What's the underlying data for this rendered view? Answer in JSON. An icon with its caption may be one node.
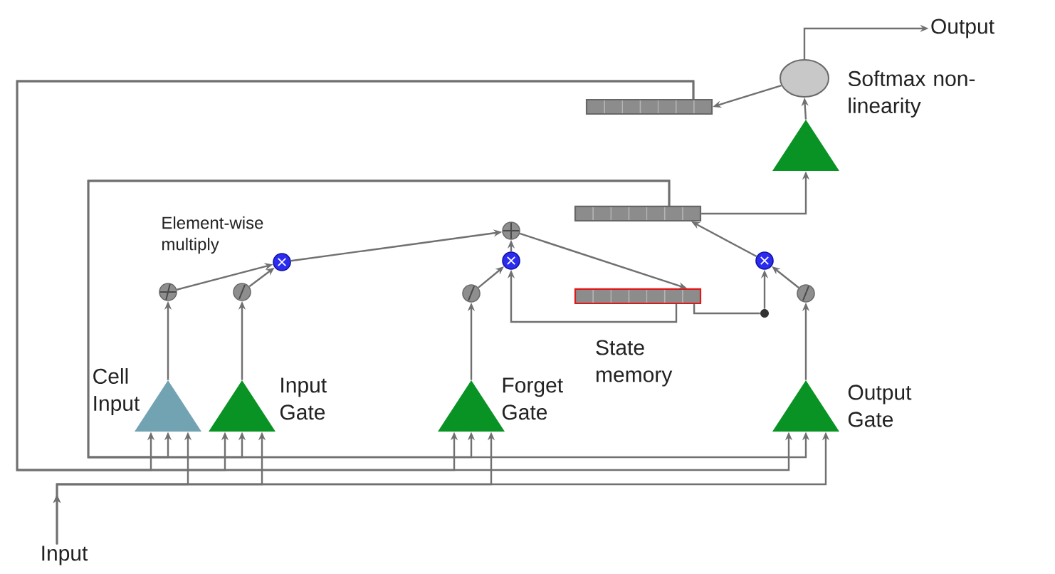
{
  "diagram": {
    "nodes": [
      {
        "text": [
          "Cell Input"
        ]
      },
      {
        "text": [
          "Input Gate"
        ]
      },
      {
        "text": [
          "Forget Gate"
        ]
      },
      {
        "text": [
          "Output Gate"
        ]
      },
      {
        "text": [],
        "shape": "triangle"
      },
      {
        "text": [
          "Softmax non-linearity"
        ]
      },
      {
        "text": [
          "Output"
        ]
      },
      {
        "text": [
          "Input"
        ]
      },
      {
        "text": [],
        "shape": "circle"
      },
      {
        "text": [],
        "shape": "circle"
      },
      {
        "text": [],
        "shape": "circle",
        "beside": [
          "Element-wise multiply"
        ]
      },
      {
        "text": [],
        "shape": "circle"
      },
      {
        "text": [],
        "shape": "circle"
      },
      {
        "text": [],
        "shape": "circle"
      },
      {
        "text": [
          "State memory"
        ]
      },
      {
        "text": [],
        "shape": "circle"
      },
      {
        "text": [],
        "shape": "circle"
      },
      {
        "text": [],
        "shape": "circle"
      },
      {
        "text": [],
        "shape": "bar"
      },
      {
        "text": [],
        "shape": "bar"
      }
    ],
    "edges": [
      {
        "from": 0,
        "to": 8,
        "arrow": "to"
      },
      {
        "from": 1,
        "to": 9,
        "arrow": "to"
      },
      {
        "from": 8,
        "to": 10,
        "arrow": "to"
      },
      {
        "from": 9,
        "to": 10,
        "arrow": "to"
      },
      {
        "from": 10,
        "to": 11,
        "arrow": "to"
      },
      {
        "from": 2,
        "to": 12,
        "arrow": "to"
      },
      {
        "from": 12,
        "to": 13,
        "arrow": "to"
      },
      {
        "from": 13,
        "to": 11,
        "arrow": "to"
      },
      {
        "from": 14,
        "to": 13,
        "arrow": "to"
      },
      {
        "from": 11,
        "to": 14,
        "arrow": "to"
      },
      {
        "from": 14,
        "to": 15,
        "arrow": "none"
      },
      {
        "from": 15,
        "to": 17,
        "arrow": "to"
      },
      {
        "from": 3,
        "to": 16,
        "arrow": "to"
      },
      {
        "from": 16,
        "to": 17,
        "arrow": "to"
      },
      {
        "from": 17,
        "to": 19,
        "arrow": "to"
      },
      {
        "from": 19,
        "to": 4,
        "arrow": "to"
      },
      {
        "from": 4,
        "to": 5,
        "arrow": "to"
      },
      {
        "from": 5,
        "to": 18,
        "arrow": "to"
      },
      {
        "from": 5,
        "to": 6,
        "arrow": "to"
      },
      {
        "from": 19,
        "to": 0,
        "arrow": "to"
      },
      {
        "from": 19,
        "to": 1,
        "arrow": "to"
      },
      {
        "from": 19,
        "to": 2,
        "arrow": "to"
      },
      {
        "from": 19,
        "to": 3,
        "arrow": "to"
      },
      {
        "from": 18,
        "to": 0,
        "arrow": "to"
      },
      {
        "from": 18,
        "to": 1,
        "arrow": "to"
      },
      {
        "from": 18,
        "to": 2,
        "arrow": "to"
      },
      {
        "from": 18,
        "to": 3,
        "arrow": "to"
      },
      {
        "from": 7,
        "to": 0,
        "arrow": "to"
      },
      {
        "from": 7,
        "to": 1,
        "arrow": "to"
      },
      {
        "from": 7,
        "to": 2,
        "arrow": "to"
      },
      {
        "from": 7,
        "to": 3,
        "arrow": "to"
      }
    ]
  }
}
